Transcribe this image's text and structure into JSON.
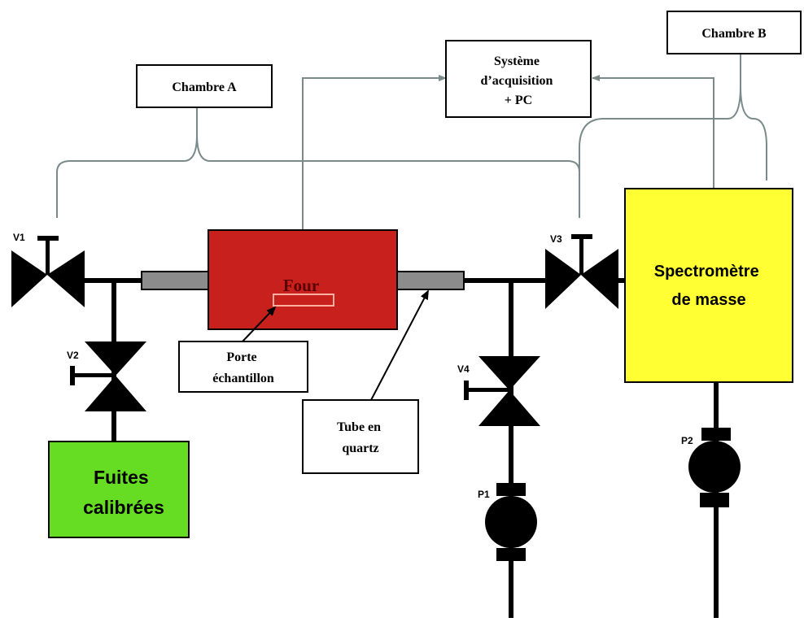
{
  "labels": {
    "chambre_a": "Chambre A",
    "chambre_b": "Chambre B",
    "acquisition": [
      "Système",
      "d’acquisition",
      "+ PC"
    ],
    "four": "Four",
    "porte_echantillon": [
      "Porte",
      "échantillon"
    ],
    "tube_quartz": [
      "Tube en",
      "quartz"
    ],
    "fuites": [
      "Fuites",
      "calibrées"
    ],
    "spectrometre": [
      "Spectromètre",
      "de masse"
    ],
    "valves": {
      "v1": "V1",
      "v2": "V2",
      "v3": "V3",
      "v4": "V4"
    },
    "pumps": {
      "p1": "P1",
      "p2": "P2"
    }
  },
  "colors": {
    "four_fill": "#c8201c",
    "spectro_fill": "#ffff33",
    "fuites_fill": "#66dd22",
    "tube_fill": "#8c8c8c",
    "leader": "#7a8a8a",
    "ink": "#000000"
  }
}
